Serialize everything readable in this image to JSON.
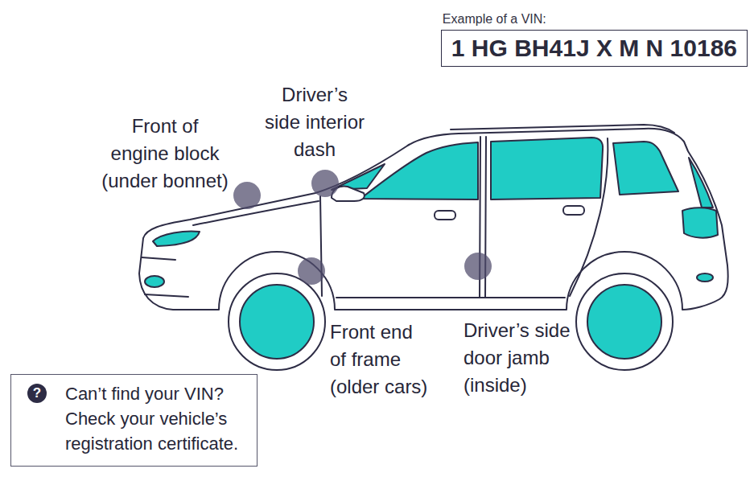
{
  "diagram": {
    "nodes": [
      {
        "text": [
          "Example of a VIN:",
          "1 HG BH41J X M N 10186"
        ]
      },
      {
        "text": [
          "Can’t find your VIN? Check your vehicle’s registration certificate."
        ]
      },
      {
        "text": [
          "?"
        ],
        "in": 1
      }
    ],
    "labels": [
      "Front of engine block (under bonnet)",
      "Driver’s side interior dash",
      "Front end of frame (older cars)",
      "Driver’s side door jamb (inside)"
    ]
  }
}
